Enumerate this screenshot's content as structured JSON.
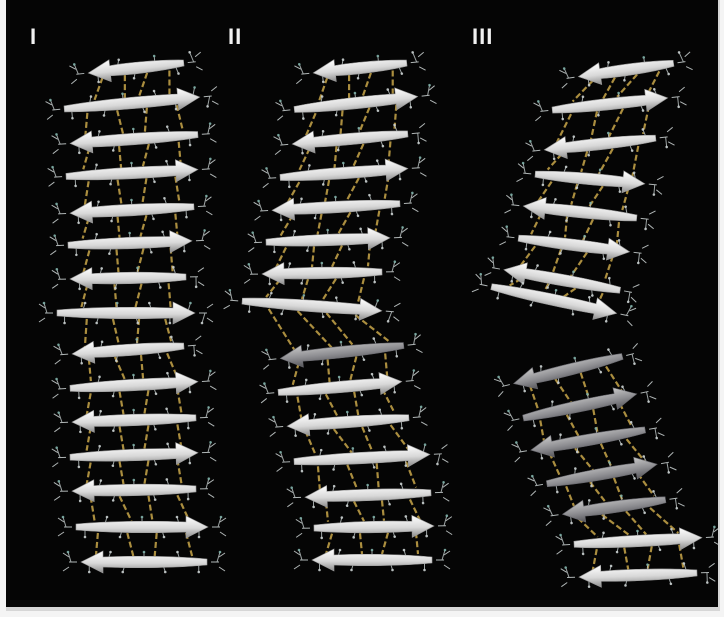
{
  "panels": [
    {
      "label": "I"
    },
    {
      "label": "II"
    },
    {
      "label": "III"
    }
  ],
  "colors": {
    "background": "#050505",
    "strand_light": "#f2f2f2",
    "strand_dark": "#9a9a9a",
    "hbond": "#c8a64a",
    "side_chain": "#b8c0c0"
  }
}
